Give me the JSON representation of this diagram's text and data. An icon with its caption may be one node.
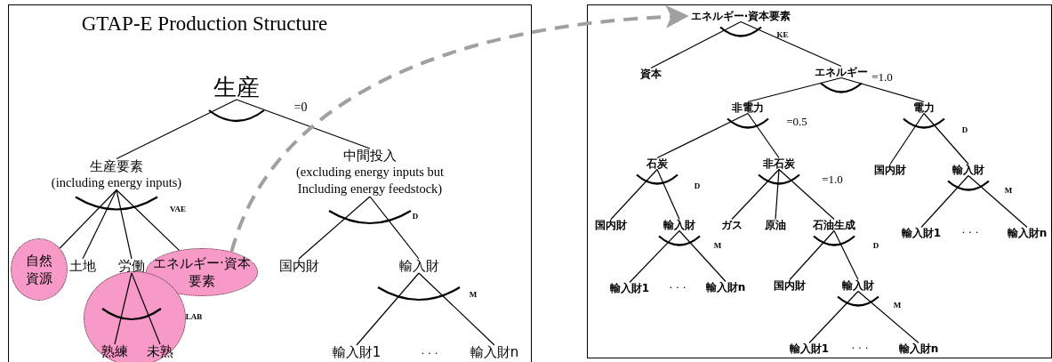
{
  "diagram": {
    "nodes": [
      {
        "text": [
          "GTAP-E Production Structure"
        ]
      },
      {
        "text": [],
        "shape": "box"
      },
      {
        "text": [
          "生産"
        ],
        "in": 0
      },
      {
        "text": [
          "生産要素",
          "(including energy inputs)"
        ],
        "in": 0
      },
      {
        "text": [
          "中間投入",
          "(excluding energy inputs but Including energy feedstock)"
        ],
        "in": 0
      },
      {
        "text": [
          "自然資源"
        ],
        "in": 0
      },
      {
        "text": [
          "土地"
        ],
        "in": 0
      },
      {
        "text": [
          "労働"
        ],
        "in": 0
      },
      {
        "text": [
          "エネルギー·資本要素"
        ],
        "in": 0
      },
      {
        "text": [],
        "shape": "circle",
        "in": 0
      },
      {
        "text": [
          "熟練"
        ],
        "in": 9
      },
      {
        "text": [
          "未熟"
        ],
        "in": 9
      },
      {
        "text": [
          "国内財"
        ],
        "in": 0
      },
      {
        "text": [
          "輸入財"
        ],
        "in": 0
      },
      {
        "text": [
          "輸入財1"
        ],
        "in": 0
      },
      {
        "text": [
          "輸入財n"
        ],
        "in": 0
      },
      {
        "text": [
          "エネルギー·資本要素"
        ],
        "in": 1
      },
      {
        "text": [
          "資本"
        ],
        "in": 1
      },
      {
        "text": [
          "エネルギー"
        ],
        "in": 1
      },
      {
        "text": [
          "非電力"
        ],
        "in": 1
      },
      {
        "text": [
          "電力"
        ],
        "in": 1
      },
      {
        "text": [
          "石炭"
        ],
        "in": 1
      },
      {
        "text": [
          "非石炭"
        ],
        "in": 1
      },
      {
        "text": [
          "国内財"
        ],
        "in": 1
      },
      {
        "text": [
          "輸入財"
        ],
        "in": 1
      },
      {
        "text": [
          "国内財"
        ],
        "in": 1
      },
      {
        "text": [
          "輸入財"
        ],
        "in": 1
      },
      {
        "text": [
          "ガス"
        ],
        "in": 1
      },
      {
        "text": [
          "原油"
        ],
        "in": 1
      },
      {
        "text": [
          "石油生成"
        ],
        "in": 1
      },
      {
        "text": [
          "輸入財1"
        ],
        "in": 1
      },
      {
        "text": [
          "輸入財n"
        ],
        "in": 1
      },
      {
        "text": [
          "輸入財1"
        ],
        "in": 1
      },
      {
        "text": [
          "輸入財n"
        ],
        "in": 1
      },
      {
        "text": [
          "国内財"
        ],
        "in": 1
      },
      {
        "text": [
          "輸入財"
        ],
        "in": 1
      },
      {
        "text": [
          "輸入財1"
        ],
        "in": 1
      },
      {
        "text": [
          "輸入財n"
        ],
        "in": 1
      }
    ],
    "edges": [
      {
        "from": 2,
        "to": 3,
        "arrow": "none"
      },
      {
        "from": 2,
        "to": 4,
        "arrow": "none"
      },
      {
        "from": 3,
        "to": 5,
        "arrow": "none"
      },
      {
        "from": 3,
        "to": 6,
        "arrow": "none"
      },
      {
        "from": 3,
        "to": 7,
        "arrow": "none"
      },
      {
        "from": 3,
        "to": 8,
        "arrow": "none"
      },
      {
        "from": 7,
        "to": 10,
        "arrow": "none"
      },
      {
        "from": 7,
        "to": 11,
        "arrow": "none"
      },
      {
        "from": 4,
        "to": 12,
        "arrow": "none"
      },
      {
        "from": 4,
        "to": 13,
        "arrow": "none"
      },
      {
        "from": 13,
        "to": 14,
        "arrow": "none"
      },
      {
        "from": 13,
        "to": 15,
        "arrow": "none"
      },
      {
        "from": 8,
        "to": 16,
        "arrow": "to",
        "style": "dashed",
        "color": "#a0a0a0"
      },
      {
        "from": 16,
        "to": 17,
        "arrow": "none"
      },
      {
        "from": 16,
        "to": 18,
        "arrow": "none"
      },
      {
        "from": 18,
        "to": 19,
        "arrow": "none"
      },
      {
        "from": 18,
        "to": 20,
        "arrow": "none"
      },
      {
        "from": 19,
        "to": 21,
        "arrow": "none"
      },
      {
        "from": 19,
        "to": 22,
        "arrow": "none"
      },
      {
        "from": 20,
        "to": 23,
        "arrow": "none"
      },
      {
        "from": 20,
        "to": 24,
        "arrow": "none"
      },
      {
        "from": 24,
        "to": 30,
        "arrow": "none"
      },
      {
        "from": 24,
        "to": 31,
        "arrow": "none"
      },
      {
        "from": 21,
        "to": 25,
        "arrow": "none"
      },
      {
        "from": 21,
        "to": 26,
        "arrow": "none"
      },
      {
        "from": 22,
        "to": 27,
        "arrow": "none"
      },
      {
        "from": 22,
        "to": 28,
        "arrow": "none"
      },
      {
        "from": 22,
        "to": 29,
        "arrow": "none"
      },
      {
        "from": 26,
        "to": 32,
        "arrow": "none"
      },
      {
        "from": 26,
        "to": 33,
        "arrow": "none"
      },
      {
        "from": 29,
        "to": 34,
        "arrow": "none"
      },
      {
        "from": 29,
        "to": 35,
        "arrow": "none"
      },
      {
        "from": 35,
        "to": 36,
        "arrow": "none"
      },
      {
        "from": 35,
        "to": 37,
        "arrow": "none"
      }
    ],
    "labels": [
      "=0",
      "VAE",
      "LAB",
      "D",
      "M",
      "· · ·",
      "KE",
      "=1.0",
      "=0.5",
      "D",
      "=1.0",
      "D",
      "M",
      "· · ·",
      "M",
      "D",
      "· · ·",
      "M",
      "· · ·"
    ]
  }
}
